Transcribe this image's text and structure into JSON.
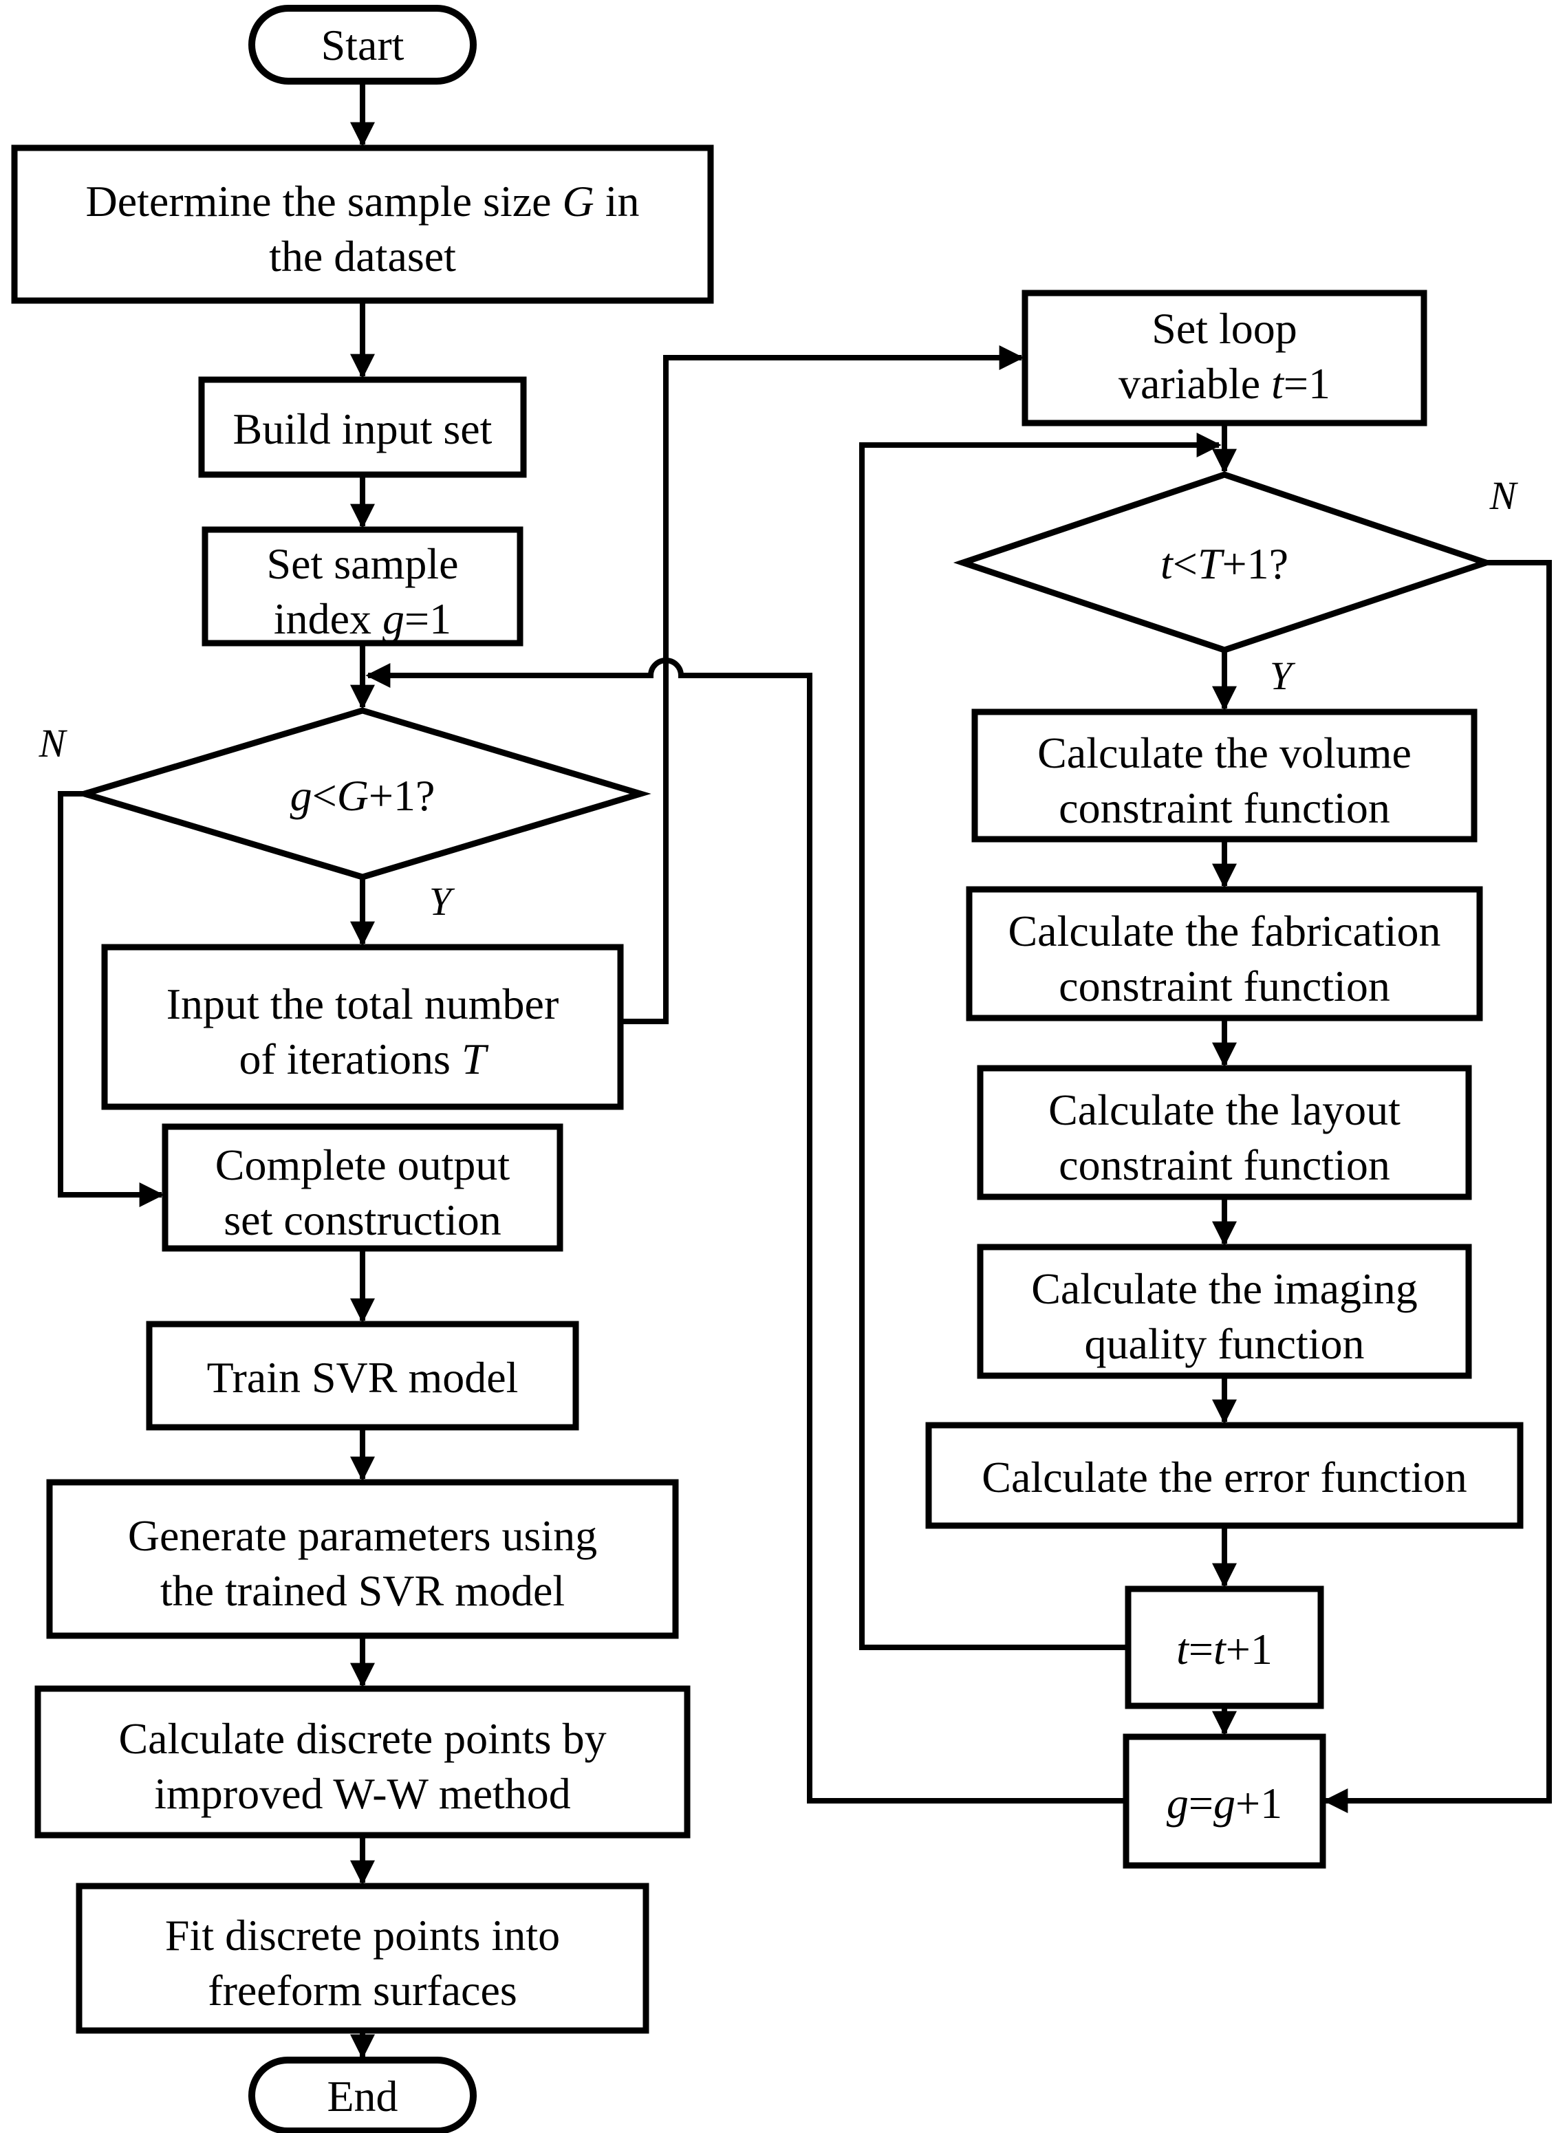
{
  "diagram": {
    "type": "flowchart",
    "colors": {
      "stroke": "#000000",
      "fill": "#ffffff",
      "background": "#ffffff"
    },
    "nodes": {
      "start": {
        "label": "Start"
      },
      "determine": {
        "line1": [
          {
            "t": "Determine the sample size "
          },
          {
            "t": "G",
            "i": 1
          },
          {
            "t": " in"
          }
        ],
        "line2": [
          {
            "t": "the dataset"
          }
        ]
      },
      "build": {
        "line1": [
          {
            "t": "Build input set"
          }
        ]
      },
      "set_sample": {
        "line1": [
          {
            "t": "Set sample"
          }
        ],
        "line2": [
          {
            "t": "index "
          },
          {
            "t": "g",
            "i": 1
          },
          {
            "t": "=1"
          }
        ]
      },
      "g_decision": {
        "label": [
          {
            "t": "g",
            "i": 1
          },
          {
            "t": "<"
          },
          {
            "t": "G",
            "i": 1
          },
          {
            "t": "+1?"
          }
        ]
      },
      "input_iterations": {
        "line1": [
          {
            "t": "Input the total number"
          }
        ],
        "line2": [
          {
            "t": "of iterations "
          },
          {
            "t": "T",
            "i": 1
          }
        ]
      },
      "complete_output": {
        "line1": [
          {
            "t": "Complete output"
          }
        ],
        "line2": [
          {
            "t": "set construction"
          }
        ]
      },
      "train_svr": {
        "line1": [
          {
            "t": "Train SVR model"
          }
        ]
      },
      "generate_params": {
        "line1": [
          {
            "t": "Generate parameters using"
          }
        ],
        "line2": [
          {
            "t": "the trained SVR model"
          }
        ]
      },
      "calc_discrete": {
        "line1": [
          {
            "t": "Calculate discrete points by"
          }
        ],
        "line2": [
          {
            "t": "improved W-W method"
          }
        ]
      },
      "fit_points": {
        "line1": [
          {
            "t": "Fit discrete points into"
          }
        ],
        "line2": [
          {
            "t": "freeform surfaces"
          }
        ]
      },
      "end": {
        "label": "End"
      },
      "set_loop": {
        "line1": [
          {
            "t": "Set loop"
          }
        ],
        "line2": [
          {
            "t": "variable "
          },
          {
            "t": "t",
            "i": 1
          },
          {
            "t": "=1"
          }
        ]
      },
      "t_decision": {
        "label": [
          {
            "t": "t",
            "i": 1
          },
          {
            "t": "<"
          },
          {
            "t": "T",
            "i": 1
          },
          {
            "t": "+1?"
          }
        ]
      },
      "volume": {
        "line1": [
          {
            "t": "Calculate the volume"
          }
        ],
        "line2": [
          {
            "t": "constraint function"
          }
        ]
      },
      "fabrication": {
        "line1": [
          {
            "t": "Calculate the fabrication"
          }
        ],
        "line2": [
          {
            "t": "constraint function"
          }
        ]
      },
      "layout_constraint": {
        "line1": [
          {
            "t": "Calculate the layout"
          }
        ],
        "line2": [
          {
            "t": "constraint function"
          }
        ]
      },
      "imaging": {
        "line1": [
          {
            "t": "Calculate the imaging"
          }
        ],
        "line2": [
          {
            "t": "quality function"
          }
        ]
      },
      "error_fn": {
        "line1": [
          {
            "t": "Calculate the error function"
          }
        ]
      },
      "t_increment": {
        "label": [
          {
            "t": "t",
            "i": 1
          },
          {
            "t": "="
          },
          {
            "t": "t",
            "i": 1
          },
          {
            "t": "+1"
          }
        ]
      },
      "g_increment": {
        "label": [
          {
            "t": "g",
            "i": 1
          },
          {
            "t": "="
          },
          {
            "t": "g",
            "i": 1
          },
          {
            "t": "+1"
          }
        ]
      }
    },
    "branch_labels": {
      "g_no": "N",
      "g_yes": "Y",
      "t_no": "N",
      "t_yes": "Y"
    }
  }
}
